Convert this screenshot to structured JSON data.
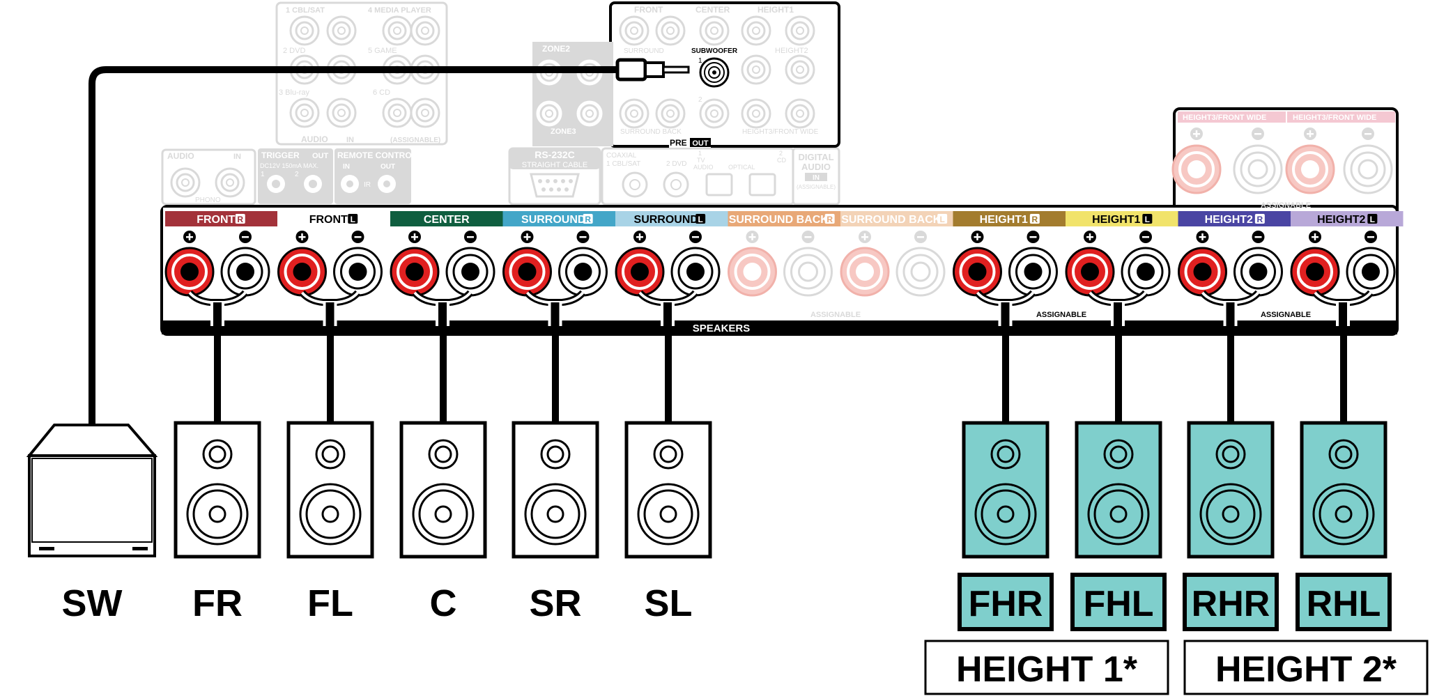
{
  "preout_panel": {
    "top_labels": [
      "FRONT",
      "CENTER",
      "HEIGHT1"
    ],
    "surround": "SURROUND",
    "subwoofer": "SUBWOOFER",
    "height2": "HEIGHT2",
    "surround_back": "SURROUND BACK",
    "height3_front_wide": "HEIGHT3/FRONT WIDE",
    "zone2": "ZONE2",
    "zone3": "ZONE3",
    "pre": "PRE",
    "out": "OUT",
    "sub_num_1": "1",
    "sub_num_2": "2"
  },
  "faded_panels": {
    "audio_in": {
      "cbl": "1 CBL/SAT",
      "media": "4 MEDIA PLAYER",
      "dvd": "2 DVD",
      "game": "5 GAME",
      "bluray": "3 Blu-ray",
      "cd": "6 CD",
      "audio": "AUDIO",
      "in": "IN",
      "assignable": "(ASSIGNABLE)"
    },
    "phono": {
      "audio": "AUDIO",
      "in": "IN",
      "phono": "PHONO"
    },
    "trigger": {
      "title": "TRIGGER",
      "out": "OUT",
      "spec": "DC12V 150mA MAX.",
      "n1": "1",
      "n2": "2"
    },
    "remote": {
      "title": "REMOTE CONTROL",
      "in": "IN",
      "out": "OUT",
      "ir": "IR"
    },
    "rs232c": {
      "title": "RS-232C",
      "sub": "STRAIGHT CABLE"
    },
    "digital": {
      "coaxial": "COAXIAL",
      "cbl": "1 CBL/SAT",
      "dvd": "2 DVD",
      "tv": "TV",
      "tv_audio": "AUDIO",
      "optical": "OPTICAL",
      "cd": "CD",
      "n1": "1",
      "n2": "2",
      "title1": "DIGITAL",
      "title2": "AUDIO",
      "in": "IN",
      "assignable": "(ASSIGNABLE)"
    }
  },
  "height3_section": {
    "label_r": "HEIGHT3/FRONT WIDE",
    "label_l": "HEIGHT3/FRONT WIDE",
    "assignable": "ASSIGNABLE"
  },
  "speaker_channels": [
    {
      "label": "FRONT",
      "side": "R",
      "color": "#a3323a",
      "faded": false
    },
    {
      "label": "FRONT",
      "side": "L",
      "color": "#ffffff",
      "faded": false
    },
    {
      "label": "CENTER",
      "side": "",
      "color": "#0f5e3f",
      "faded": false
    },
    {
      "label": "SURROUND",
      "side": "R",
      "color": "#43a6c8",
      "faded": false
    },
    {
      "label": "SURROUND",
      "side": "L",
      "color": "#a8d3e6",
      "faded": false
    },
    {
      "label": "SURROUND BACK",
      "side": "R",
      "color": "#e8a877",
      "faded": true
    },
    {
      "label": "SURROUND BACK",
      "side": "L",
      "color": "#f3d3b7",
      "faded": true
    },
    {
      "label": "HEIGHT1",
      "side": "R",
      "color": "#a37c2e",
      "faded": false
    },
    {
      "label": "HEIGHT1",
      "side": "L",
      "color": "#f1e36b",
      "faded": false
    },
    {
      "label": "HEIGHT2",
      "side": "R",
      "color": "#4a45a3",
      "faded": false
    },
    {
      "label": "HEIGHT2",
      "side": "L",
      "color": "#b8a8d8",
      "faded": false
    }
  ],
  "speaker_bar": {
    "speakers": "SPEAKERS",
    "assignable_1": "ASSIGNABLE",
    "assignable_2": "ASSIGNABLE",
    "assignable_3": "ASSIGNABLE"
  },
  "speakers": [
    {
      "label": "SW",
      "type": "subwoofer"
    },
    {
      "label": "FR",
      "type": "main"
    },
    {
      "label": "FL",
      "type": "main"
    },
    {
      "label": "C",
      "type": "main"
    },
    {
      "label": "SR",
      "type": "main"
    },
    {
      "label": "SL",
      "type": "main"
    },
    {
      "label": "FHR",
      "type": "height"
    },
    {
      "label": "FHL",
      "type": "height"
    },
    {
      "label": "RHR",
      "type": "height"
    },
    {
      "label": "RHL",
      "type": "height"
    }
  ],
  "height_groups": [
    "HEIGHT 1*",
    "HEIGHT 2*"
  ],
  "colors": {
    "terminal_red": "#e02020",
    "height_speaker": "#7fcfcc",
    "faded": "#d9d9d9",
    "black": "#000000"
  }
}
